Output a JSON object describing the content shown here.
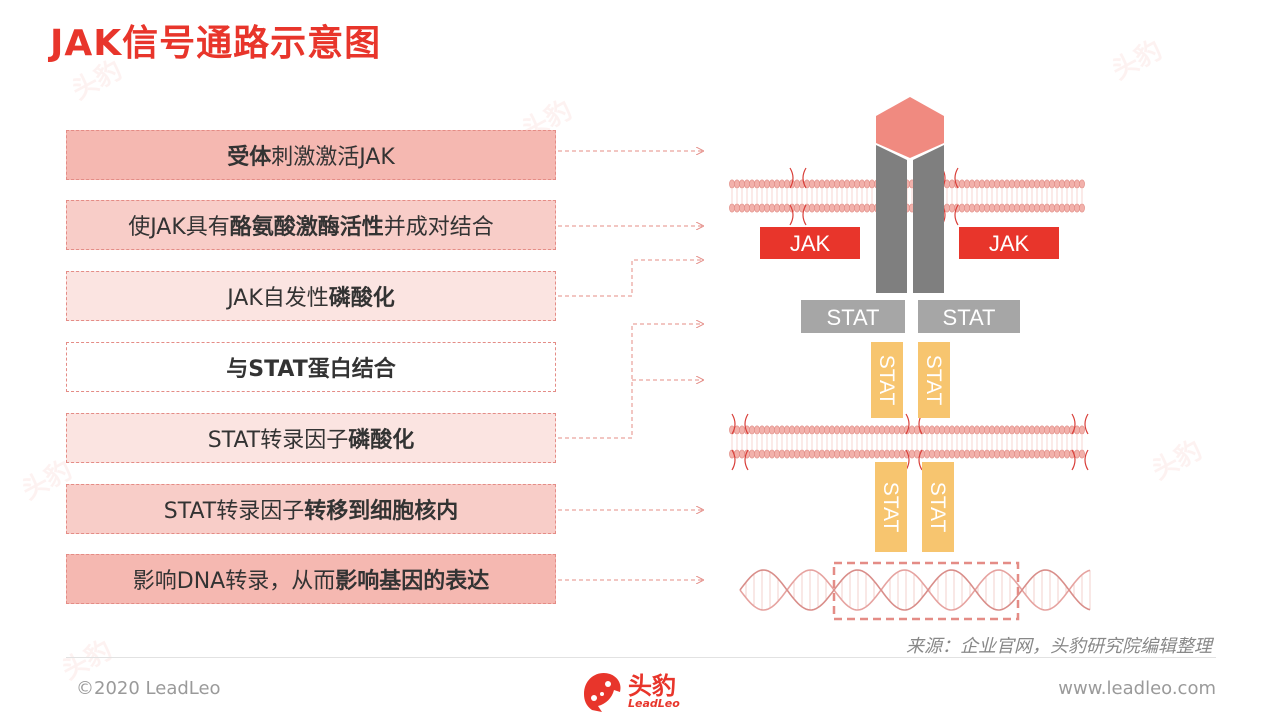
{
  "page_title": "JAK信号通路示意图",
  "steps": [
    {
      "parts": [
        {
          "text": "受体",
          "bold": true
        },
        {
          "text": "刺激激活JAK",
          "bold": false
        }
      ]
    },
    {
      "parts": [
        {
          "text": "使JAK具有",
          "bold": false
        },
        {
          "text": "酪氨酸激酶活性",
          "bold": true
        },
        {
          "text": "并成对结合",
          "bold": false
        }
      ]
    },
    {
      "parts": [
        {
          "text": "JAK自发性",
          "bold": false
        },
        {
          "text": "磷酸化",
          "bold": true
        }
      ]
    },
    {
      "parts": [
        {
          "text": "与STAT蛋白结合",
          "bold": true
        }
      ]
    },
    {
      "parts": [
        {
          "text": "STAT转录因子",
          "bold": false
        },
        {
          "text": "磷酸化",
          "bold": true
        }
      ]
    },
    {
      "parts": [
        {
          "text": "STAT转录因子",
          "bold": false
        },
        {
          "text": "转移到细胞核内",
          "bold": true
        }
      ]
    },
    {
      "parts": [
        {
          "text": "影响DNA转录，从而",
          "bold": false
        },
        {
          "text": "影响基因的表达",
          "bold": true
        }
      ]
    }
  ],
  "diagram": {
    "jak_labels": [
      "JAK",
      "JAK"
    ],
    "stat_labels": [
      "STAT",
      "STAT"
    ],
    "stat_vertical": [
      "STAT",
      "STAT",
      "STAT",
      "STAT"
    ]
  },
  "source": "来源：企业官网，头豹研究院编辑整理",
  "footer": {
    "copyright": "©2020 LeadLeo",
    "website": "www.leadleo.com",
    "logo_cn": "头豹",
    "logo_en": "LeadLeo"
  },
  "colors": {
    "accent_red": "#e8352b",
    "receptor_head": "#f08a80",
    "receptor_body": "#7f7f7f",
    "stat_grey": "#a6a6a6",
    "stat_yellow": "#f7c56f",
    "membrane": "#f2b1ab",
    "dna": "#e6a3a0"
  },
  "icons": [
    "leopard-logo-icon",
    "dashed-arrow-icon"
  ]
}
